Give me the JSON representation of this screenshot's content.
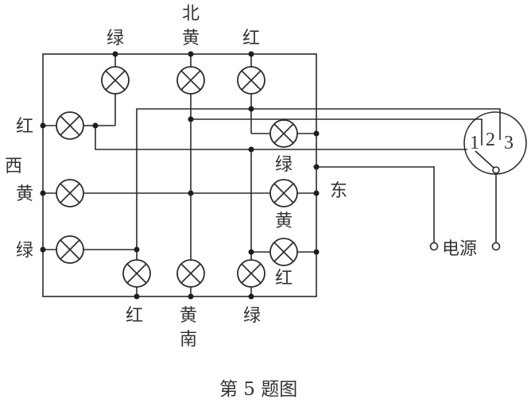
{
  "labels": {
    "north": "北",
    "south": "南",
    "west": "西",
    "east": "东",
    "power": "电源",
    "caption": "第 5 题图"
  },
  "lamps": {
    "north_green": "绿",
    "north_yellow": "黄",
    "north_red": "红",
    "west_red": "红",
    "west_yellow": "黄",
    "west_green": "绿",
    "east_green": "绿",
    "east_yellow": "黄",
    "east_red": "红",
    "south_red": "红",
    "south_yellow": "黄",
    "south_green": "绿"
  },
  "switch": {
    "terminals": [
      "1",
      "2",
      "3"
    ]
  }
}
